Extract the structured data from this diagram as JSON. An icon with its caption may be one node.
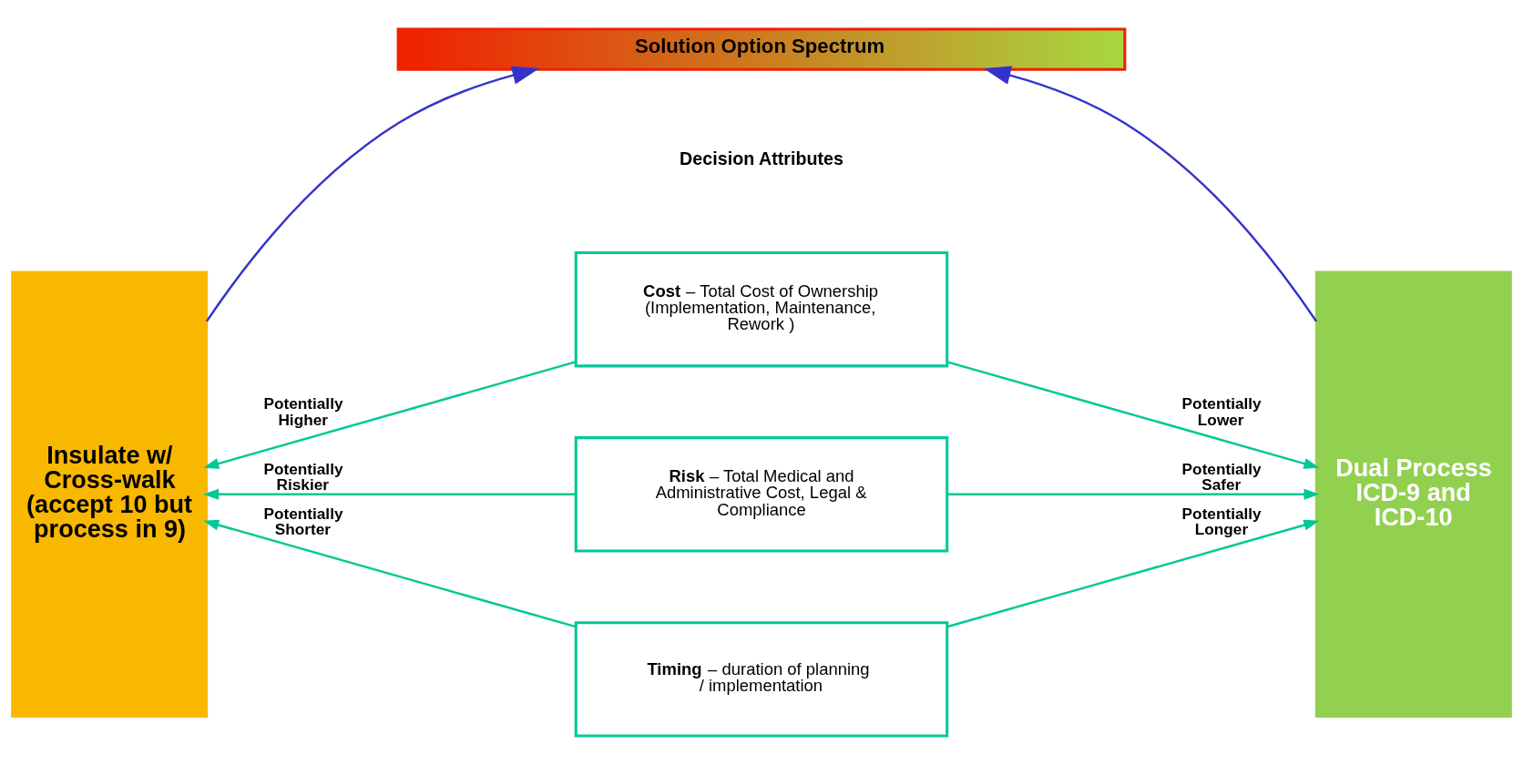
{
  "diagram": {
    "nodes": [
      {
        "text": [
          "Solution Option Spectrum"
        ]
      },
      {
        "text": [
          "Insulate w/ Cross-walk (accept 10 but process in 9)"
        ]
      },
      {
        "text": [
          "Dual Process ICD-9 and ICD-10"
        ]
      },
      {
        "text": [
          "**Cost** – Total Cost of Ownership (Implementation, Maintenance, Rework )"
        ]
      },
      {
        "text": [
          "**Risk** – Total Medical and Administrative Cost, Legal & Compliance"
        ]
      },
      {
        "text": [
          "**Timing** – duration of planning  / implementation"
        ]
      }
    ],
    "edges": [
      {
        "from": 1,
        "to": 0,
        "arrow": "to",
        "color": "#3333cc"
      },
      {
        "from": 2,
        "to": 0,
        "arrow": "to",
        "color": "#3333cc"
      },
      {
        "from": 3,
        "to": 1,
        "arrow": "to",
        "label": "Potentially Higher"
      },
      {
        "from": 3,
        "to": 2,
        "arrow": "to",
        "label": "Potentially Lower"
      },
      {
        "from": 4,
        "to": 1,
        "arrow": "to",
        "label": "Potentially Riskier"
      },
      {
        "from": 4,
        "to": 2,
        "arrow": "to",
        "label": "Potentially Safer"
      },
      {
        "from": 5,
        "to": 1,
        "arrow": "to",
        "label": "Potentially Shorter"
      },
      {
        "from": 5,
        "to": 2,
        "arrow": "to",
        "label": "Potentially Longer"
      }
    ],
    "labels": [
      "Decision Attributes"
    ]
  }
}
